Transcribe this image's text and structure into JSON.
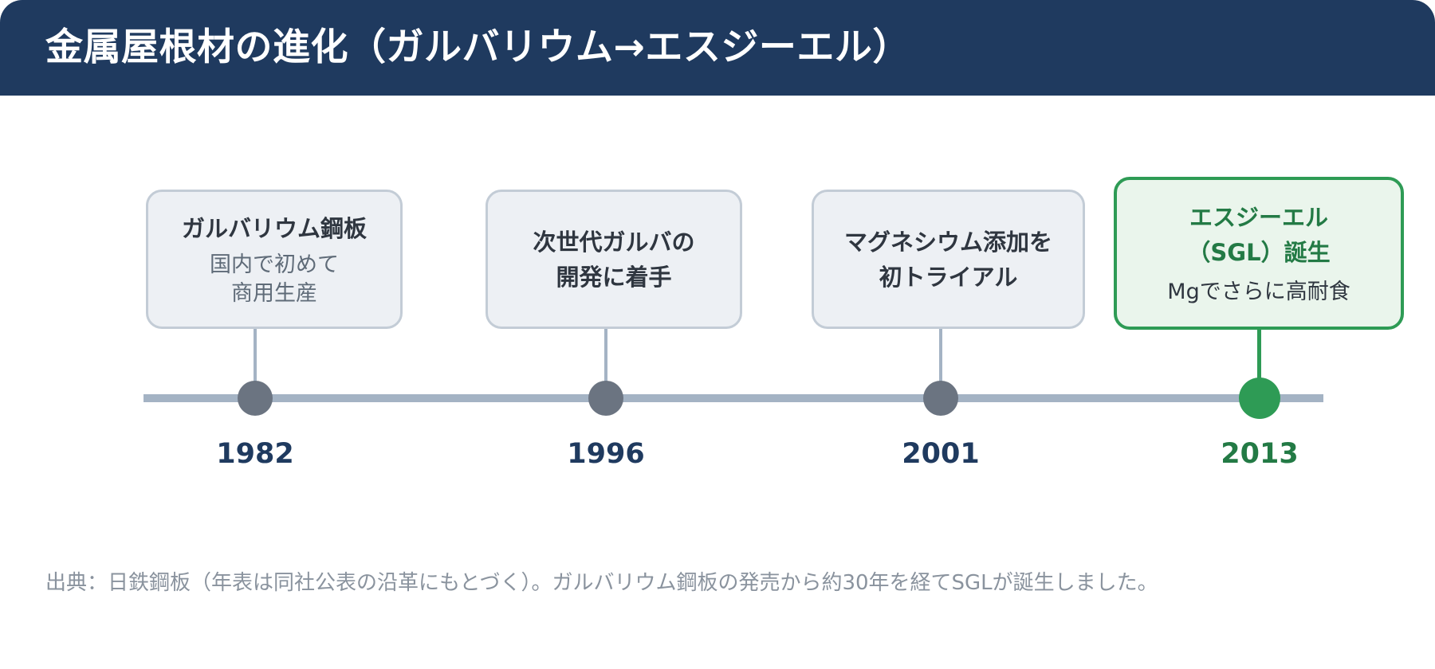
{
  "title": "金属屋根材の進化（ガルバリウム→エスジーエル）",
  "timeline": {
    "events": [
      {
        "year": "1982",
        "title": "ガルバリウム鋼板",
        "subtitle": "国内で初めて\n商用生産",
        "highlighted": false
      },
      {
        "year": "1996",
        "title": "次世代ガルバの\n開発に着手",
        "subtitle": "",
        "highlighted": false
      },
      {
        "year": "2001",
        "title": "マグネシウム添加を\n初トライアル",
        "subtitle": "",
        "highlighted": false
      },
      {
        "year": "2013",
        "title": "エスジーエル\n（SGL）誕生",
        "subtitle": "Mgでさらに高耐食",
        "highlighted": true
      }
    ]
  },
  "colors": {
    "header_bg": "#1f3a5f",
    "accent_green": "#2e9b55",
    "marker_gray": "#6b7481",
    "line": "#a4b3c4"
  },
  "footnote": "出典：日鉄鋼板（年表は同社公表の沿革にもとづく）。ガルバリウム鋼板の発売から約30年を経てSGLが誕生しました。"
}
